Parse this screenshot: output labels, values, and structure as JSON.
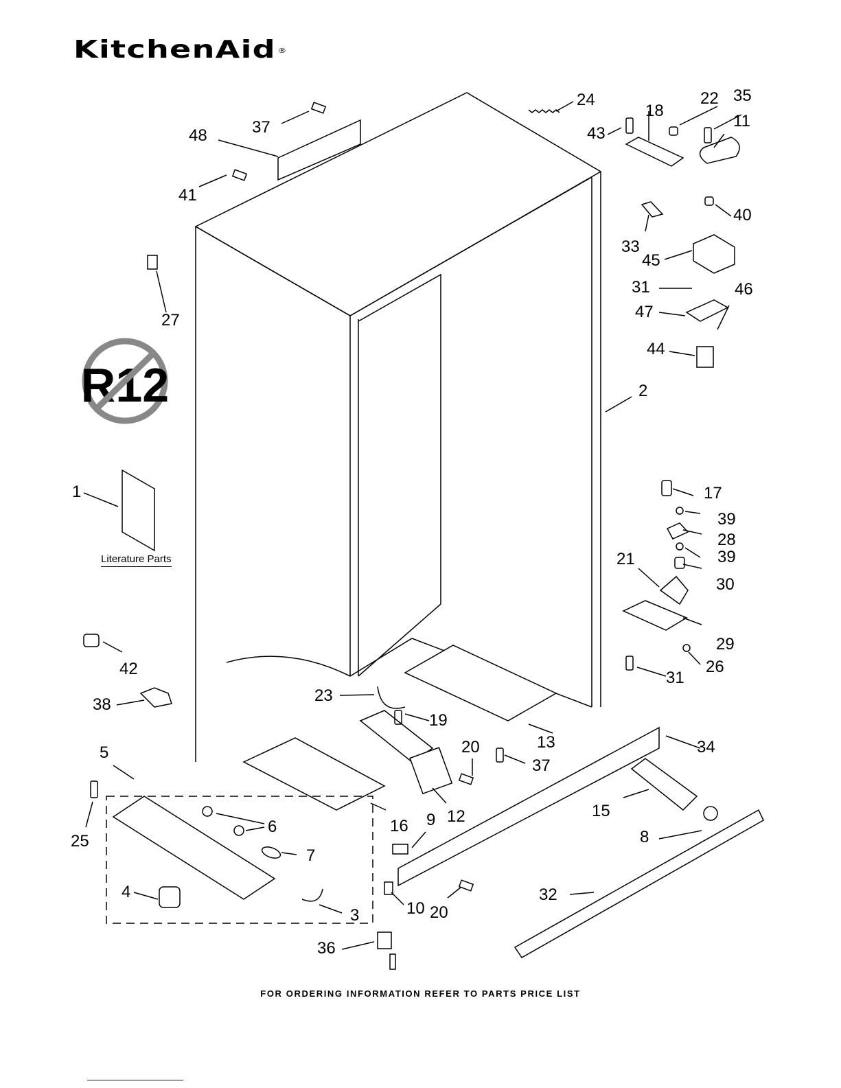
{
  "brand": {
    "name": "KitchenAid",
    "registered_mark": "®"
  },
  "notice": {
    "no_r12_symbol_text": "R12"
  },
  "literature": {
    "label": "Literature Parts",
    "part_number": "1"
  },
  "callouts": [
    {
      "id": "1",
      "label": "1"
    },
    {
      "id": "2",
      "label": "2"
    },
    {
      "id": "3",
      "label": "3"
    },
    {
      "id": "4",
      "label": "4"
    },
    {
      "id": "5",
      "label": "5"
    },
    {
      "id": "6",
      "label": "6"
    },
    {
      "id": "7",
      "label": "7"
    },
    {
      "id": "8",
      "label": "8"
    },
    {
      "id": "9",
      "label": "9"
    },
    {
      "id": "10",
      "label": "10"
    },
    {
      "id": "11",
      "label": "11"
    },
    {
      "id": "12",
      "label": "12"
    },
    {
      "id": "13",
      "label": "13"
    },
    {
      "id": "15",
      "label": "15"
    },
    {
      "id": "16",
      "label": "16"
    },
    {
      "id": "17",
      "label": "17"
    },
    {
      "id": "18",
      "label": "18"
    },
    {
      "id": "19",
      "label": "19"
    },
    {
      "id": "20a",
      "label": "20"
    },
    {
      "id": "20b",
      "label": "20"
    },
    {
      "id": "21",
      "label": "21"
    },
    {
      "id": "22",
      "label": "22"
    },
    {
      "id": "23",
      "label": "23"
    },
    {
      "id": "24",
      "label": "24"
    },
    {
      "id": "25",
      "label": "25"
    },
    {
      "id": "26",
      "label": "26"
    },
    {
      "id": "27",
      "label": "27"
    },
    {
      "id": "28",
      "label": "28"
    },
    {
      "id": "29",
      "label": "29"
    },
    {
      "id": "30",
      "label": "30"
    },
    {
      "id": "31a",
      "label": "31"
    },
    {
      "id": "31b",
      "label": "31"
    },
    {
      "id": "32",
      "label": "32"
    },
    {
      "id": "33",
      "label": "33"
    },
    {
      "id": "34",
      "label": "34"
    },
    {
      "id": "35",
      "label": "35"
    },
    {
      "id": "36",
      "label": "36"
    },
    {
      "id": "37a",
      "label": "37"
    },
    {
      "id": "37b",
      "label": "37"
    },
    {
      "id": "38",
      "label": "38"
    },
    {
      "id": "39a",
      "label": "39"
    },
    {
      "id": "39b",
      "label": "39"
    },
    {
      "id": "40",
      "label": "40"
    },
    {
      "id": "41",
      "label": "41"
    },
    {
      "id": "42",
      "label": "42"
    },
    {
      "id": "43",
      "label": "43"
    },
    {
      "id": "44",
      "label": "44"
    },
    {
      "id": "45",
      "label": "45"
    },
    {
      "id": "46",
      "label": "46"
    },
    {
      "id": "47",
      "label": "47"
    },
    {
      "id": "48",
      "label": "48"
    }
  ],
  "footer": {
    "text": "FOR ORDERING INFORMATION REFER TO PARTS PRICE LIST"
  }
}
